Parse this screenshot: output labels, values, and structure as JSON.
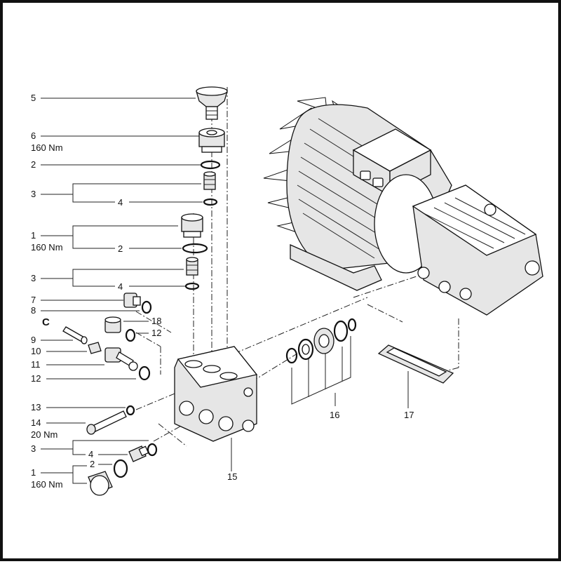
{
  "labels": {
    "l5": "5",
    "l6": "6",
    "l6t": "160 Nm",
    "l2a": "2",
    "l3a": "3",
    "l4a": "4",
    "l1a": "1",
    "l1at": "160 Nm",
    "l2b": "2",
    "l3b": "3",
    "l4b": "4",
    "l7": "7",
    "l8": "8",
    "lC": "C",
    "l18": "18",
    "l12a": "12",
    "l9": "9",
    "l10": "10",
    "l11": "11",
    "l12b": "12",
    "l13": "13",
    "l14": "14",
    "l14t": "20 Nm",
    "l3c": "3",
    "l4c": "4",
    "l2c": "2",
    "l1c": "1",
    "l1ct": "160 Nm",
    "l15": "15",
    "l16": "16",
    "l17": "17"
  },
  "colors": {
    "line": "#111111",
    "background": "#ffffff",
    "frame": "#111111"
  }
}
